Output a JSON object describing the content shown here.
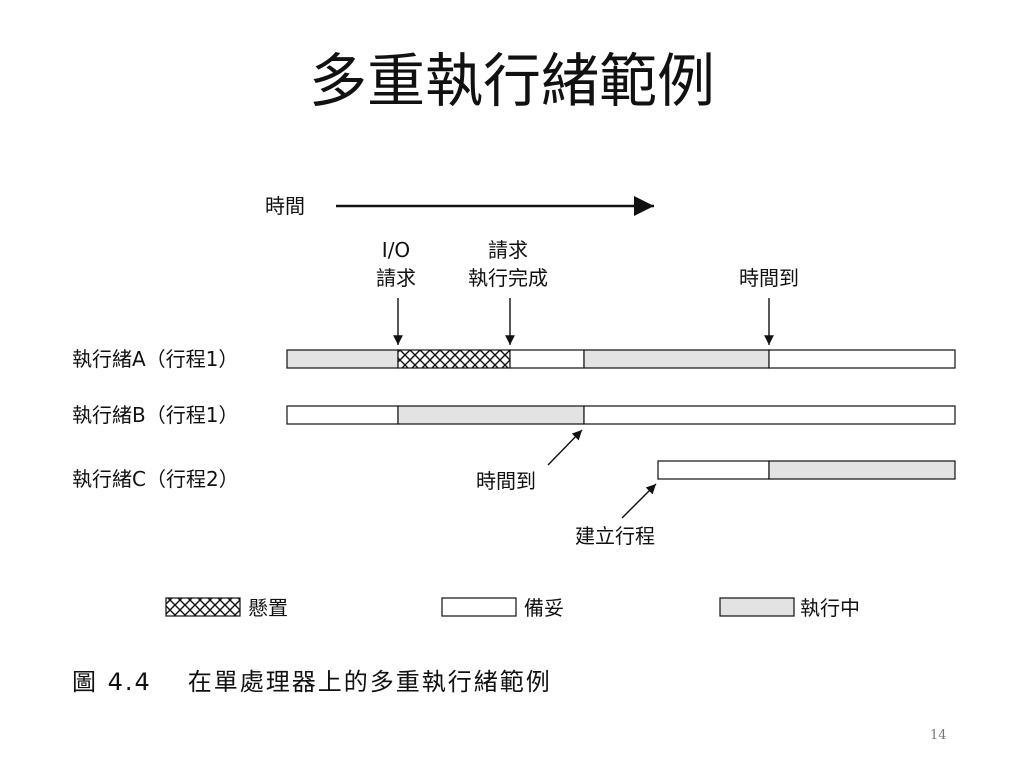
{
  "slide": {
    "title": "多重執行緒範例",
    "page_number": "14"
  },
  "figure": {
    "time_label": "時間",
    "threads": [
      {
        "label": "執行緒A（行程1）"
      },
      {
        "label": "執行緒B（行程1）"
      },
      {
        "label": "執行緒C（行程2）"
      }
    ],
    "annotations": {
      "io_request": [
        "I/O",
        "請求"
      ],
      "request_complete": [
        "請求",
        "執行完成"
      ],
      "timeout_a": "時間到",
      "timeout_b": "時間到",
      "create_process": "建立行程"
    },
    "legend": {
      "blocked": "懸置",
      "ready": "備妥",
      "running": "執行中"
    },
    "caption_number": "圖 4.4",
    "caption_text": "在單處理器上的多重執行緒範例"
  },
  "colors": {
    "running_fill": "#e3e3e3",
    "ready_fill": "#ffffff",
    "stroke": "#111111"
  }
}
